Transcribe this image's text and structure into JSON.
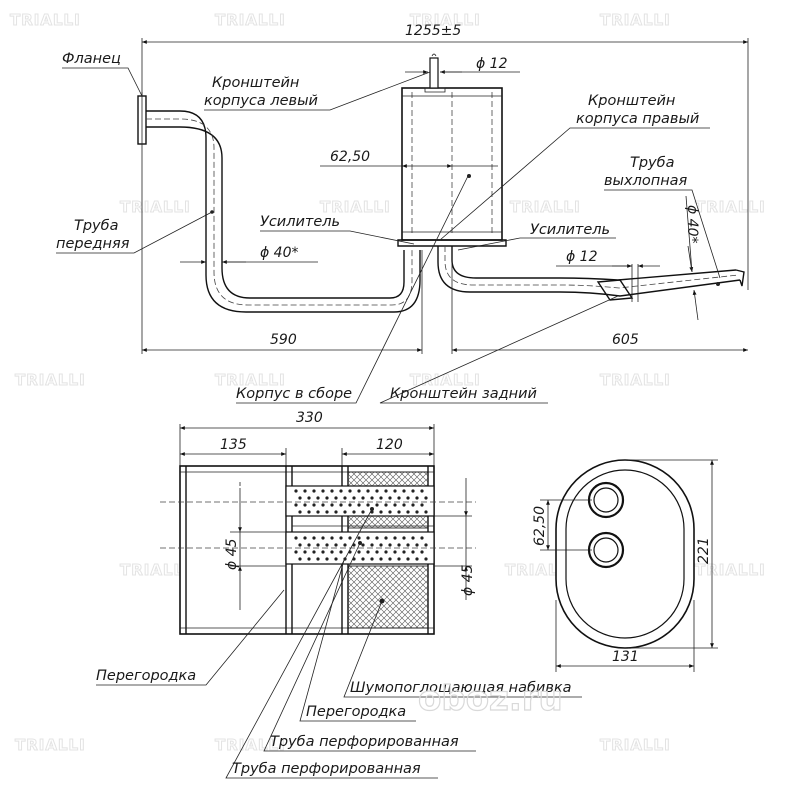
{
  "watermark": "TRIALLI",
  "site_mark": "oboz.ru",
  "labels": {
    "flange": "Фланец",
    "bracket_left": [
      "Кронштейн",
      "корпуса левый"
    ],
    "bracket_right": [
      "Кронштейн",
      "корпуса правый"
    ],
    "exhaust_pipe": [
      "Труба",
      "выхлопная"
    ],
    "front_pipe": [
      "Труба",
      "передняя"
    ],
    "reinforcement_left": "Усилитель",
    "reinforcement_right": "Усилитель",
    "body_assembly": "Корпус в сборе",
    "rear_bracket": "Кронштейн задний",
    "partition_left": "Перегородка",
    "sound_absorbing": "Шумопоглощающая набивка",
    "partition_mid": "Перегородка",
    "perforated_pipe_1": "Труба  перфорированная",
    "perforated_pipe_2": "Труба  перфорированная"
  },
  "dimensions": {
    "total_length": "1255±5",
    "bracket_diameter": "ϕ 12",
    "body_offset": "62,50",
    "pipe_diameter": "ϕ 40*",
    "exhaust_diameter": "ϕ 40*",
    "rear_bracket_diameter": "ϕ 12",
    "left_length": "590",
    "right_length": "605",
    "body_length": "330",
    "section_left": "135",
    "section_right": "120",
    "inner_pipe_left": "ϕ 45",
    "inner_pipe_right": "ϕ 45",
    "oval_offset": "62,50",
    "oval_height": "221",
    "oval_width": "131"
  }
}
